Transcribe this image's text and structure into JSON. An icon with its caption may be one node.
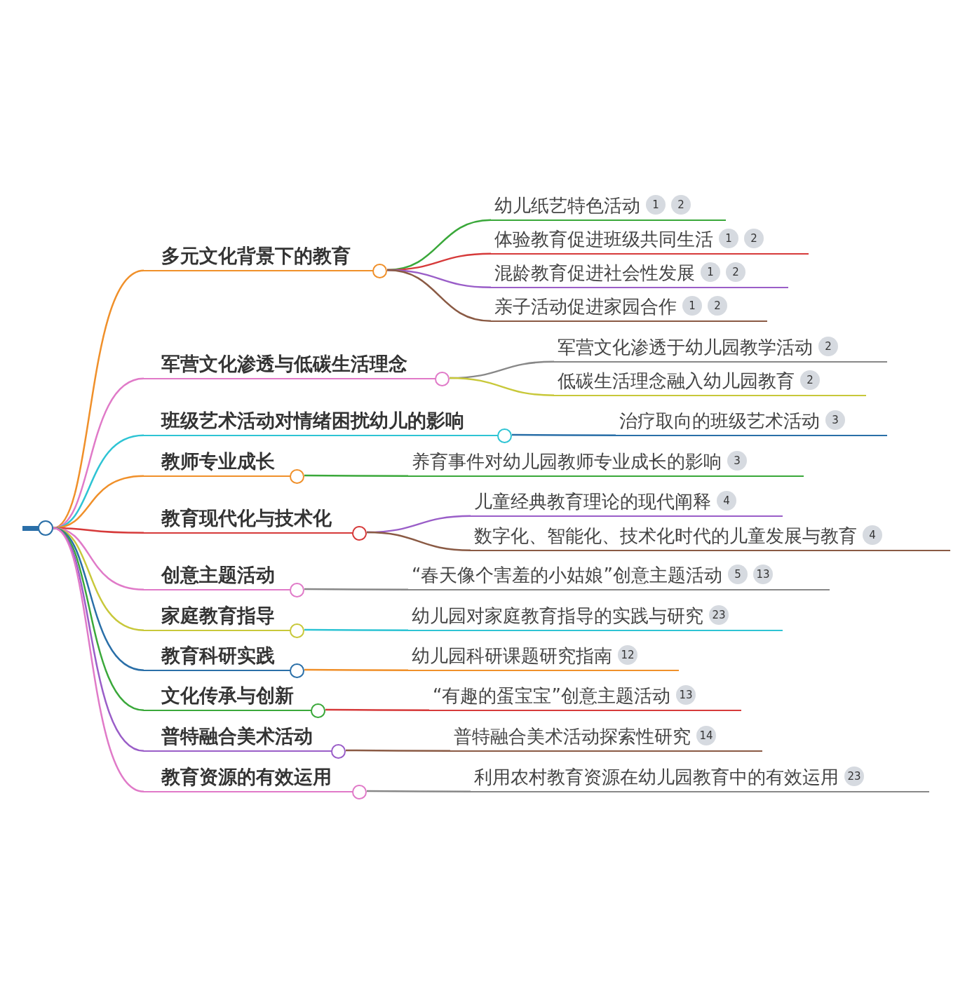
{
  "diagram": {
    "nodes": [
      {
        "text": [],
        "shape": "circle"
      },
      {
        "text": [
          "多元文化背景下的教育"
        ]
      },
      {
        "text": [
          "幼儿纸艺特色活动",
          "1",
          "2"
        ]
      },
      {
        "text": [
          "体验教育促进班级共同生活",
          "1",
          "2"
        ]
      },
      {
        "text": [
          "混龄教育促进社会性发展",
          "1",
          "2"
        ]
      },
      {
        "text": [
          "亲子活动促进家园合作",
          "1",
          "2"
        ]
      },
      {
        "text": [
          "军营文化渗透与低碳生活理念"
        ]
      },
      {
        "text": [
          "军营文化渗透于幼儿园教学活动",
          "2"
        ]
      },
      {
        "text": [
          "低碳生活理念融入幼儿园教育",
          "2"
        ]
      },
      {
        "text": [
          "班级艺术活动对情绪困扰幼儿的影响"
        ]
      },
      {
        "text": [
          "治疗取向的班级艺术活动",
          "3"
        ]
      },
      {
        "text": [
          "教师专业成长"
        ]
      },
      {
        "text": [
          "养育事件对幼儿园教师专业成长的影响",
          "3"
        ]
      },
      {
        "text": [
          "教育现代化与技术化"
        ]
      },
      {
        "text": [
          "儿童经典教育理论的现代阐释",
          "4"
        ]
      },
      {
        "text": [
          "数字化、智能化、技术化时代的儿童发展与教育",
          "4"
        ]
      },
      {
        "text": [
          "创意主题活动"
        ]
      },
      {
        "text": [
          "“春天像个害羞的小姑娘”创意主题活动",
          "5",
          "13"
        ]
      },
      {
        "text": [
          "家庭教育指导"
        ]
      },
      {
        "text": [
          "幼儿园对家庭教育指导的实践与研究",
          "23"
        ]
      },
      {
        "text": [
          "教育科研实践"
        ]
      },
      {
        "text": [
          "幼儿园科研课题研究指南",
          "12"
        ]
      },
      {
        "text": [
          "文化传承与创新"
        ]
      },
      {
        "text": [
          "“有趣的蛋宝宝”创意主题活动",
          "13"
        ]
      },
      {
        "text": [
          "普特融合美术活动"
        ]
      },
      {
        "text": [
          "普特融合美术活动探索性研究",
          "14"
        ]
      },
      {
        "text": [
          "教育资源的有效运用"
        ]
      },
      {
        "text": [
          "利用农村教育资源在幼儿园教育中的有效运用",
          "23"
        ]
      }
    ],
    "edges": [
      {
        "from": 0,
        "to": 1,
        "arrow": "none",
        "color": "#f0902a"
      },
      {
        "from": 1,
        "to": 2,
        "arrow": "none",
        "color": "#3aa83a"
      },
      {
        "from": 1,
        "to": 3,
        "arrow": "none",
        "color": "#d63a3a"
      },
      {
        "from": 1,
        "to": 4,
        "arrow": "none",
        "color": "#9a5ec8"
      },
      {
        "from": 1,
        "to": 5,
        "arrow": "none",
        "color": "#8a5a44"
      },
      {
        "from": 0,
        "to": 6,
        "arrow": "none",
        "color": "#e07ac8"
      },
      {
        "from": 6,
        "to": 7,
        "arrow": "none",
        "color": "#888888"
      },
      {
        "from": 6,
        "to": 8,
        "arrow": "none",
        "color": "#c8c83a"
      },
      {
        "from": 0,
        "to": 9,
        "arrow": "none",
        "color": "#2ec4d4"
      },
      {
        "from": 9,
        "to": 10,
        "arrow": "none",
        "color": "#2a6fa8"
      },
      {
        "from": 0,
        "to": 11,
        "arrow": "none",
        "color": "#f0902a"
      },
      {
        "from": 11,
        "to": 12,
        "arrow": "none",
        "color": "#3aa83a"
      },
      {
        "from": 0,
        "to": 13,
        "arrow": "none",
        "color": "#d63a3a"
      },
      {
        "from": 13,
        "to": 14,
        "arrow": "none",
        "color": "#9a5ec8"
      },
      {
        "from": 13,
        "to": 15,
        "arrow": "none",
        "color": "#8a5a44"
      },
      {
        "from": 0,
        "to": 16,
        "arrow": "none",
        "color": "#e07ac8"
      },
      {
        "from": 16,
        "to": 17,
        "arrow": "none",
        "color": "#888888"
      },
      {
        "from": 0,
        "to": 18,
        "arrow": "none",
        "color": "#c8c83a"
      },
      {
        "from": 18,
        "to": 19,
        "arrow": "none",
        "color": "#2ec4d4"
      },
      {
        "from": 0,
        "to": 20,
        "arrow": "none",
        "color": "#2a6fa8"
      },
      {
        "from": 20,
        "to": 21,
        "arrow": "none",
        "color": "#f0902a"
      },
      {
        "from": 0,
        "to": 22,
        "arrow": "none",
        "color": "#3aa83a"
      },
      {
        "from": 22,
        "to": 23,
        "arrow": "none",
        "color": "#d63a3a"
      },
      {
        "from": 0,
        "to": 24,
        "arrow": "none",
        "color": "#9a5ec8"
      },
      {
        "from": 24,
        "to": 25,
        "arrow": "none",
        "color": "#8a5a44"
      },
      {
        "from": 0,
        "to": 26,
        "arrow": "none",
        "color": "#e07ac8"
      },
      {
        "from": 26,
        "to": 27,
        "arrow": "none",
        "color": "#888888"
      }
    ]
  }
}
